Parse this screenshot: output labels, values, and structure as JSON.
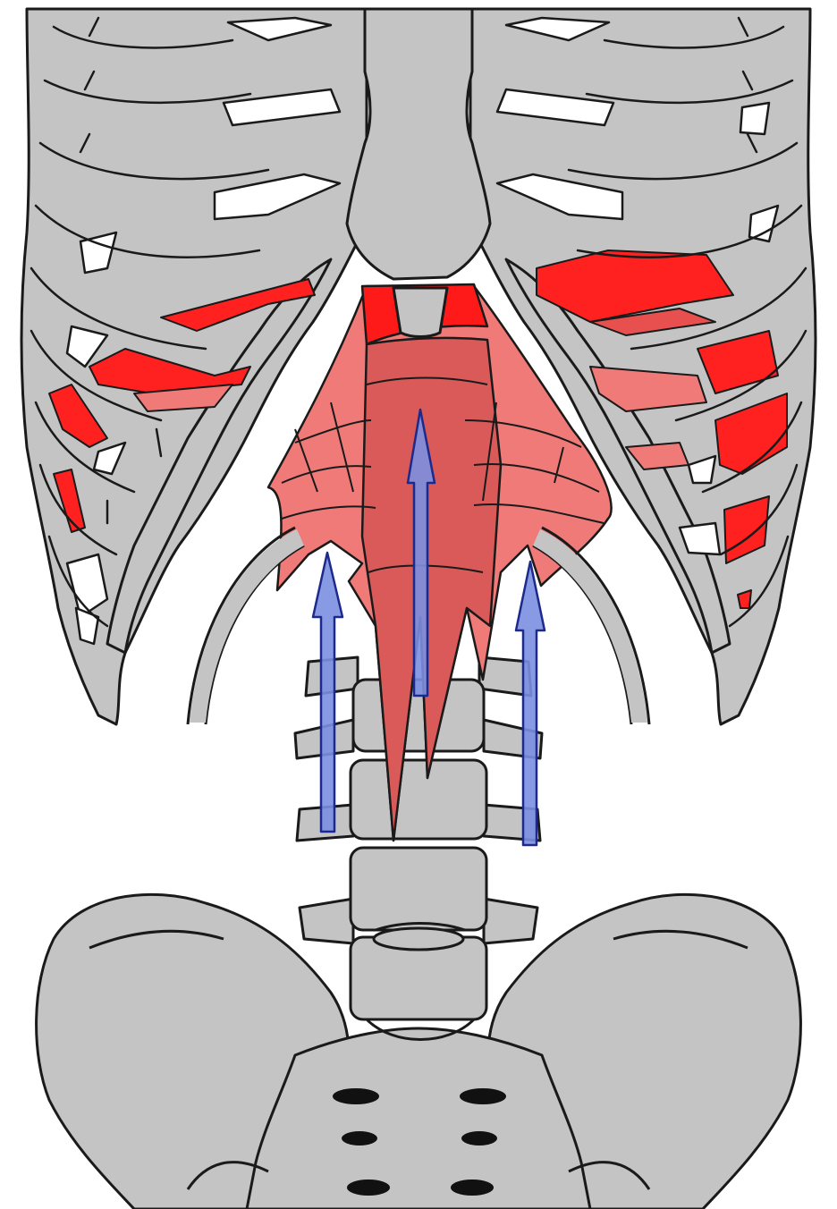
{
  "figure": {
    "subject": "diaphragm-contraction",
    "colors": {
      "bone": "#c4c4c4",
      "outline": "#1a1a1a",
      "muscle_light": "#f07a78",
      "muscle_mid": "#e26060",
      "muscle_dark": "#ff1a1a",
      "arrow_fill": "#7b8fe0",
      "arrow_stroke": "#1d2a8c",
      "background": "#ffffff"
    },
    "arrows": [
      {
        "name": "left-arrow",
        "direction": "up"
      },
      {
        "name": "center-arrow",
        "direction": "up"
      },
      {
        "name": "right-arrow",
        "direction": "up"
      }
    ],
    "icons": [
      "rib-cage",
      "sternum",
      "spine",
      "pelvis",
      "diaphragm-muscle",
      "up-arrow-icon"
    ]
  }
}
